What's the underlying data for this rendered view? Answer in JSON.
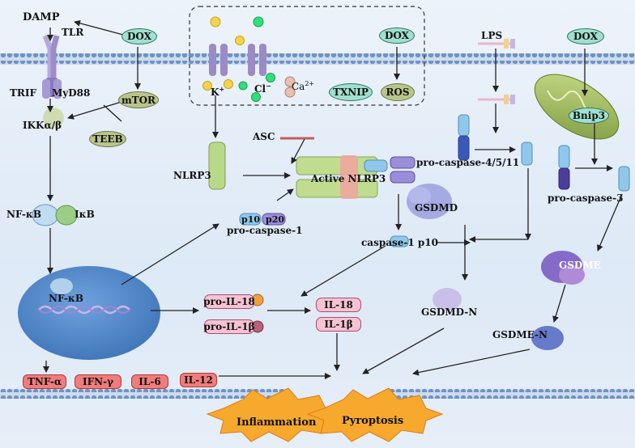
{
  "labels": {
    "damp": "DAMP",
    "tlr": "TLR",
    "trif": "TRIF",
    "myd88": "MyD88",
    "ikk": "IKKα/β",
    "nfkb_top": "NF-κB",
    "ikb": "IκB",
    "nfkb_nucleus": "NF-κB",
    "k_ion": "K",
    "k_sup": "+",
    "cl_ion": "Cl",
    "cl_sup": "−",
    "ca_ion": "Ca",
    "ca_sup": "2+",
    "nlrp3": "NLRP3",
    "asc": "ASC",
    "active_nlrp3": "Active NLRP3",
    "p10": "p10",
    "p20": "p20",
    "pro_caspase_1": "pro-caspase-1",
    "caspase_1_p10": "caspase-1 p10",
    "lps": "LPS",
    "pro_caspase_4511": "pro-caspase-4/5/11",
    "gsdmd": "GSDMD",
    "gsdmd_n": "GSDMD-N",
    "bnip3": "Bnip3",
    "pro_caspase_3": "pro-caspase-3",
    "gsdme": "GSDME",
    "gsdme_n": "GSDME-N"
  },
  "pills": {
    "dox_left": "DOX",
    "mtor": "mTOR",
    "teeb": "TEEB",
    "dox_box": "DOX",
    "txnip": "TXNIP",
    "ros": "ROS",
    "dox_right": "DOX"
  },
  "cytokines": {
    "pro_il18": "pro-IL-18",
    "pro_il1b": "pro-IL-1β",
    "il18": "IL-18",
    "il1b": "IL-1β",
    "tnf": "TNF-α",
    "ifn": "IFN-γ",
    "il6": "IL-6",
    "il12": "IL-12"
  },
  "outcomes": {
    "inflammation": "Inflammation",
    "pyroptosis": "Pyroptosis"
  },
  "colors": {
    "membrane_head": "#6f93c4",
    "membrane_tail": "#c9d9ee",
    "nucleus": "#4f86c9",
    "teal_pill": "#9fe0cf",
    "olive_pill": "#b9c58a",
    "cytokine_red": "#f07c7c",
    "cytokine_pink": "#f6c3d3",
    "burst": "#f7a92e",
    "nlrp3": "#b9d98a",
    "caspase": "#8fc8ea",
    "gsdmd": "#8a93d6",
    "gsdme": "#7c5cc2"
  }
}
